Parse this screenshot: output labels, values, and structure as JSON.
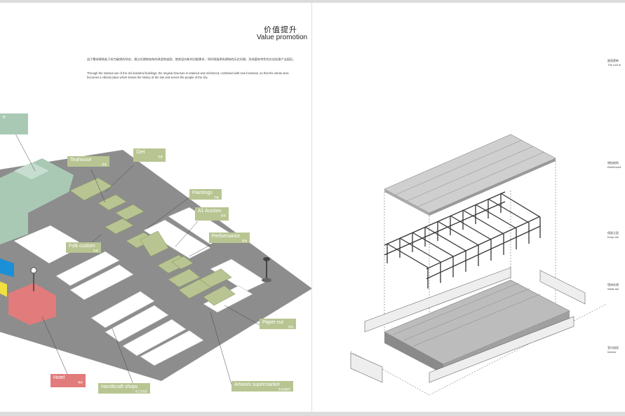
{
  "page": {
    "title_cn": "价值提升",
    "title_en": "Value promotion",
    "para_cn": "由于整体建筑处于较为破损的状态，通过对建筑结构的改造和加固，使其适应新的功能需求，同时保留原有建筑的历史风貌，形成富有特色的文化创意产业园区。",
    "para_en": "Through the rational use of the old industrial buildings, the original structure is retained and reinforced, combined with new functions, so that the whole area becomes a vibrant place which shows the history of the site and serves the people of the city."
  },
  "labels": {
    "teahouse": {
      "en": "Teahouse",
      "cn": "茶馆"
    },
    "diet": {
      "en": "Diet",
      "cn": "饮食"
    },
    "paintings": {
      "en": "Paintings",
      "cn": "书画"
    },
    "a1_auction": {
      "en": "A1 Auction",
      "cn": "拍卖"
    },
    "performance": {
      "en": "Performance",
      "cn": "表演"
    },
    "folk_custom": {
      "en": "Folk custom",
      "cn": "民俗"
    },
    "paper_cut": {
      "en": "Paper cut",
      "cn": "剪纸"
    },
    "hotel": {
      "en": "Hotel",
      "cn": "酒店"
    },
    "handicraft_shops": {
      "en": "Handicraft shops",
      "cn": "手工艺品店"
    },
    "artwork_supermarket": {
      "en": "Artwork supermarket",
      "cn": "艺术品超市"
    },
    "cut_label": {
      "en": "e",
      "cn": ""
    }
  },
  "notes": [
    {
      "cn": "屋面更新",
      "en": "The roof is"
    },
    {
      "cn": "增加结构",
      "en": "Reinforced"
    },
    {
      "cn": "保留立面",
      "en": "Keep the"
    },
    {
      "cn": "墙体处理",
      "en": "Walls are"
    },
    {
      "cn": "室内改造",
      "en": "Interior"
    }
  ],
  "colors": {
    "olive": "#b8c592",
    "mint": "#a9c9b5",
    "coral": "#e27b7b",
    "yellow": "#f0e040",
    "blue": "#1b8fd8",
    "ground": "#8d8d8d"
  }
}
